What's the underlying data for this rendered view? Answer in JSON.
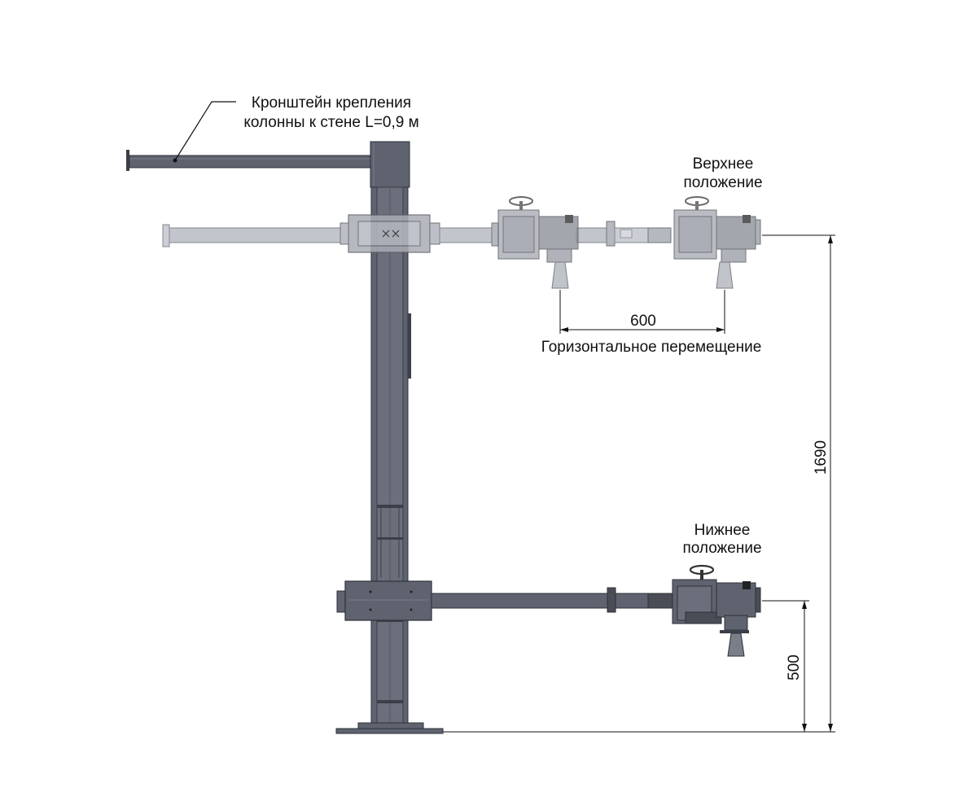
{
  "labels": {
    "bracket_line1": "Кронштейн крепления",
    "bracket_line2": "колонны к стене L=0,9 м",
    "upper_line1": "Верхнее",
    "upper_line2": "положение",
    "lower_line1": "Нижнее",
    "lower_line2": "положение",
    "horizontal_caption": "Горизонтальное перемещение"
  },
  "dimensions": {
    "horizontal_travel": "600",
    "upper_height": "1690",
    "lower_height": "500"
  },
  "colors": {
    "metal": "#5f6370",
    "metal_dark": "#3c3f48",
    "metal_light": "#8a8e99",
    "ghost": "#b9bcc4",
    "ghost_stroke": "#6f727c",
    "line": "#111111"
  }
}
